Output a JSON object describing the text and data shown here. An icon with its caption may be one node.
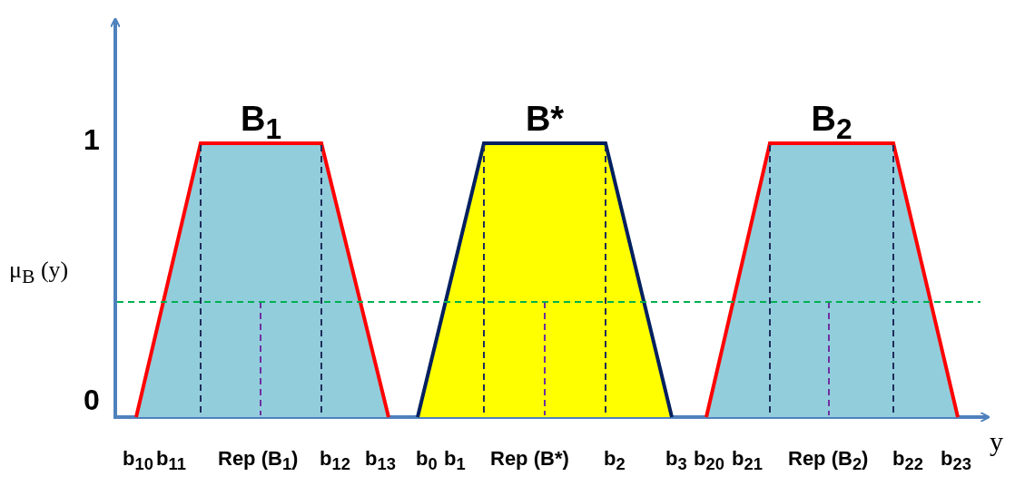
{
  "diagram": {
    "nodes": [
      {
        "text": [
          "B$_{1}$"
        ]
      },
      {
        "text": [
          "B*"
        ]
      },
      {
        "text": [
          "B$_{2}$"
        ]
      }
    ],
    "edges": [],
    "labels": [
      "1",
      "μ$_{B}$ (y)",
      "0",
      "y",
      "b$_{10}$",
      "b$_{11}$",
      "Rep (B$_{1}$)",
      "b$_{12}$",
      "b$_{13}$",
      "b$_{0}$",
      "b$_{1}$",
      "Rep (B*)",
      "b$_{2}$",
      "b$_{3}$",
      "b$_{20}$",
      "b$_{21}$",
      "Rep (B$_{2}$)",
      "b$_{22}$",
      "b$_{23}$"
    ]
  }
}
